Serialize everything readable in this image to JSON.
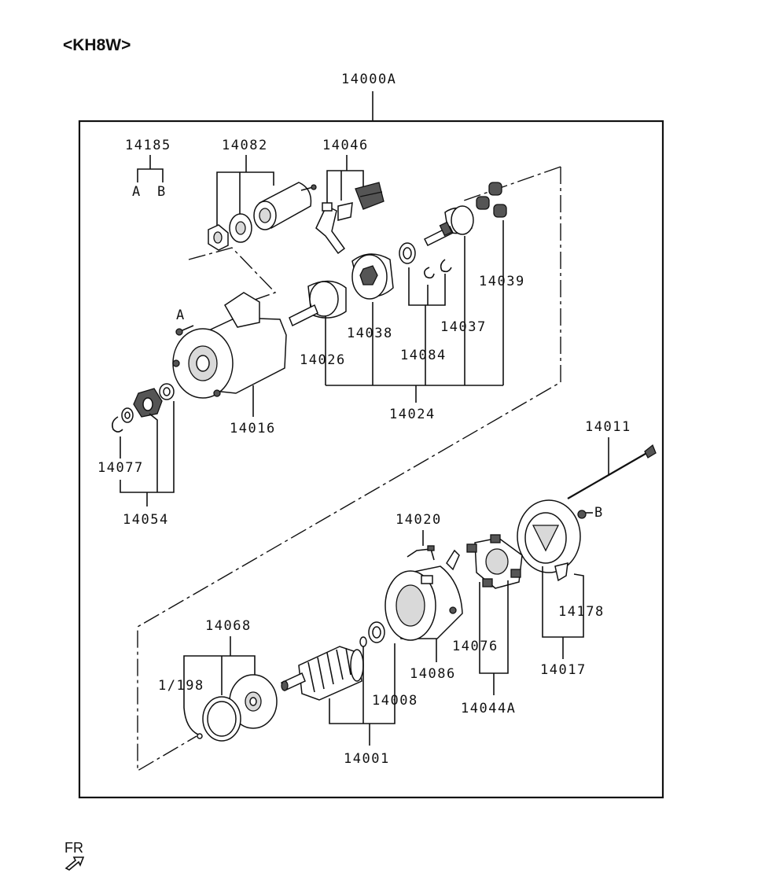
{
  "title": "<KH8W>",
  "assembly": "14000A",
  "labels": {
    "p14185": "14185",
    "p14082": "14082",
    "p14046": "14046",
    "ref_a_top": "A",
    "ref_b_top": "B",
    "ref_a": "A",
    "ref_b": "B",
    "p14039": "14039",
    "p14038": "14038",
    "p14037": "14037",
    "p14026": "14026",
    "p14084": "14084",
    "p14024": "14024",
    "p14016": "14016",
    "p14077": "14077",
    "p14054": "14054",
    "p14011": "14011",
    "p14020": "14020",
    "p14178": "14178",
    "p14076": "14076",
    "p14086": "14086",
    "p14017": "14017",
    "p14044A": "14044A",
    "p14068": "14068",
    "p14198": "1/198",
    "p14008": "14008",
    "p14001": "14001"
  },
  "footer": {
    "fr": "FR"
  }
}
